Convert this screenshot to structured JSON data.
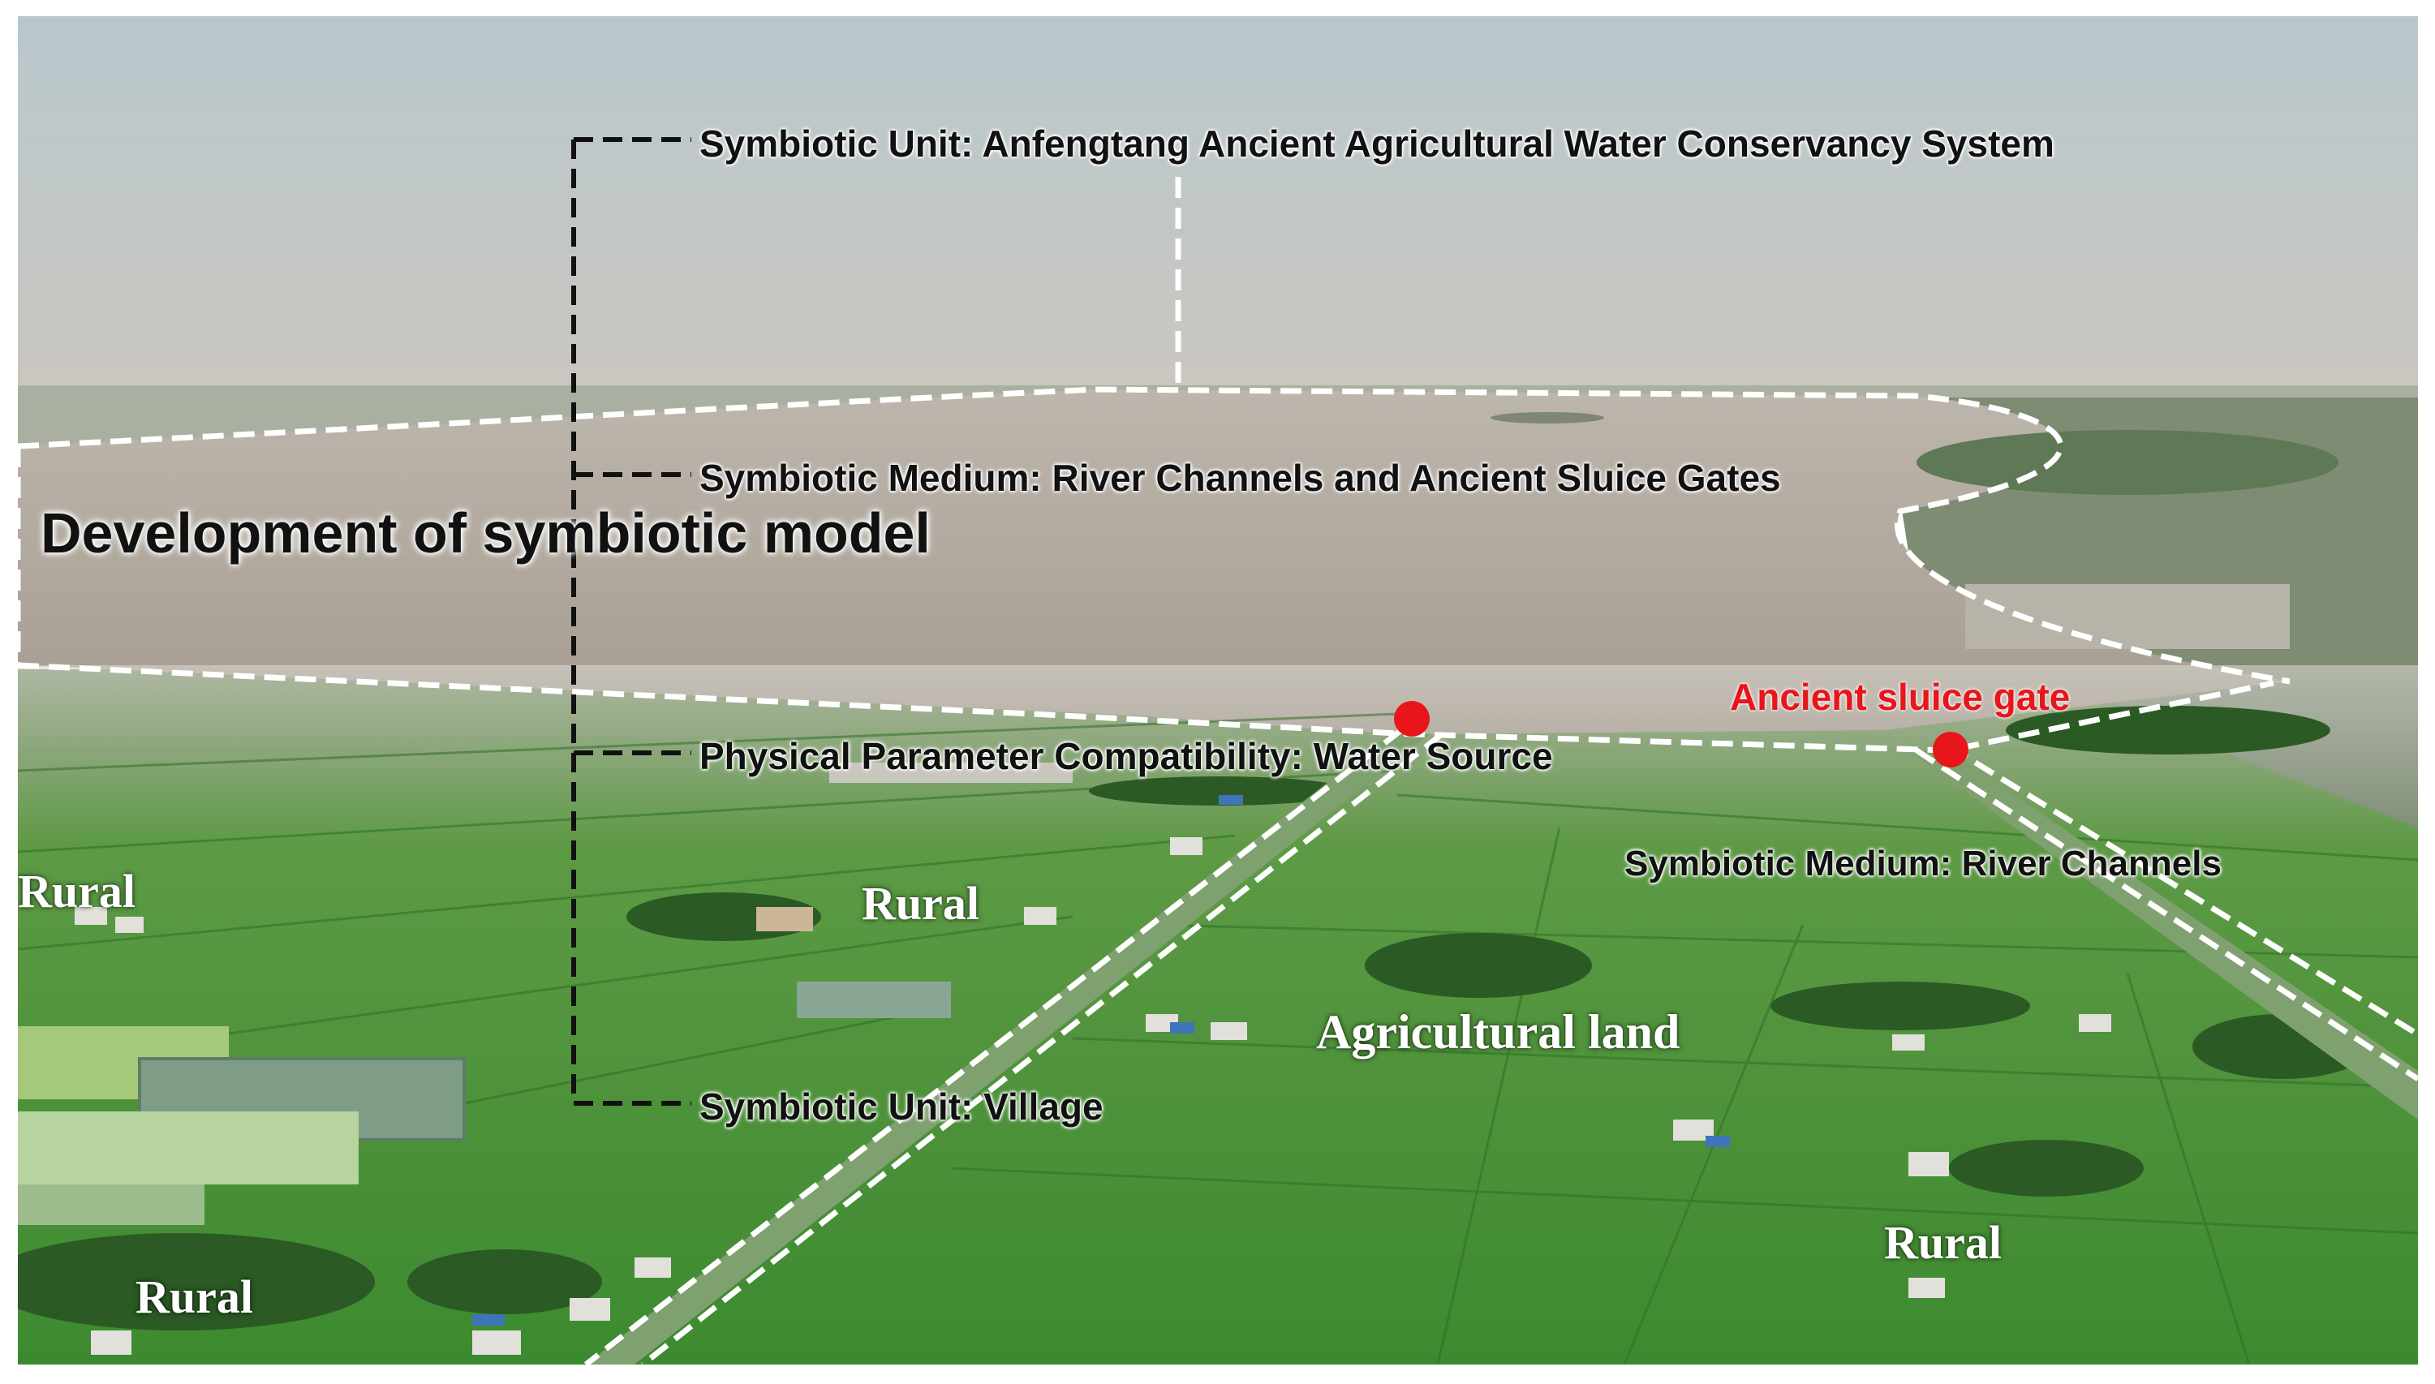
{
  "title": "Development of symbiotic model",
  "labels": {
    "unit_system": "Symbiotic Unit: Anfengtang Ancient Agricultural Water Conservancy System",
    "medium_river_gates": "Symbiotic Medium: River Channels and Ancient Sluice Gates",
    "physical_parameter": "Physical Parameter Compatibility: Water Source",
    "unit_village": "Symbiotic Unit: Village",
    "medium_river": "Symbiotic Medium: River Channels",
    "sluice_gate": "Ancient sluice gate",
    "agricultural_land": "Agricultural land",
    "rural": "Rural"
  },
  "colors": {
    "accent": "#e8151b",
    "dashed_outline": "#ffffff",
    "bracket": "#111111"
  }
}
